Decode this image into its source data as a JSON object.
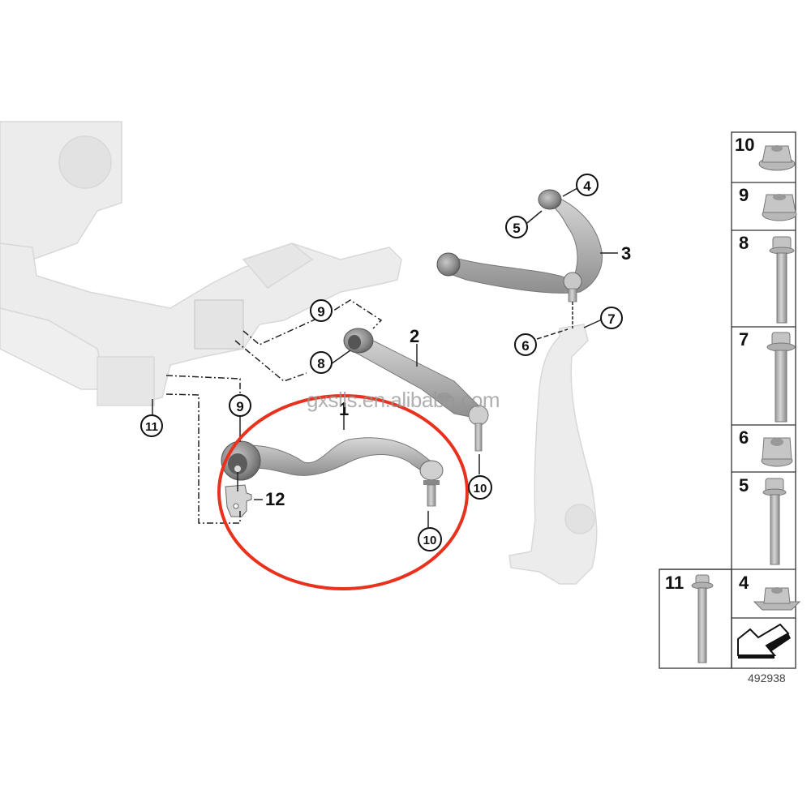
{
  "diagram": {
    "id_number": "492938",
    "watermark": "gxslls.en.alibaba.com",
    "highlight_color": "#e8321e",
    "callouts": {
      "c1": "1",
      "c2": "2",
      "c3": "3",
      "c4": "4",
      "c5": "5",
      "c6": "6",
      "c7": "7",
      "c8": "8",
      "c9a": "9",
      "c9b": "9",
      "c10a": "10",
      "c10b": "10",
      "c11": "11",
      "c12": "12"
    },
    "parts_table": [
      {
        "number": "10",
        "type": "flange-nut"
      },
      {
        "number": "9",
        "type": "hex-flange-nut"
      },
      {
        "number": "8",
        "type": "hex-bolt"
      },
      {
        "number": "7",
        "type": "torx-bolt"
      },
      {
        "number": "6",
        "type": "hex-collar-nut"
      },
      {
        "number": "5",
        "type": "hex-bolt-long"
      },
      {
        "number": "11",
        "type": "screw-bolt"
      },
      {
        "number": "4",
        "type": "cage-nut"
      },
      {
        "number": "",
        "type": "direction-arrow"
      }
    ]
  }
}
